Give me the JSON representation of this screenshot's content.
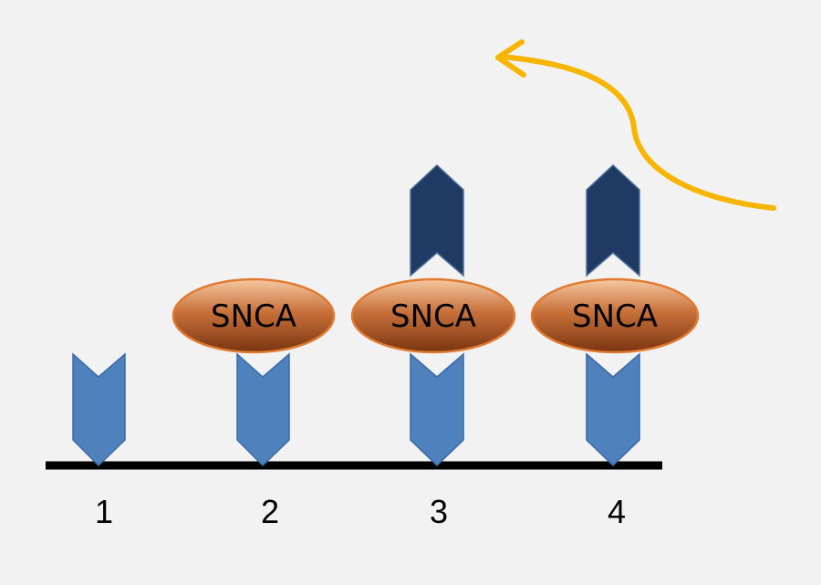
{
  "diagram": {
    "steps": [
      {
        "label": "1",
        "has_snca": false,
        "has_top_chevron": false
      },
      {
        "label": "2",
        "has_snca": true,
        "has_top_chevron": false
      },
      {
        "label": "3",
        "has_snca": true,
        "has_top_chevron": true
      },
      {
        "label": "4",
        "has_snca": true,
        "has_top_chevron": true
      }
    ],
    "snca_label": "SNCA",
    "colors": {
      "background": "#f2f2f2",
      "baseline": "#000000",
      "bottom_chevron": "#4f81bd",
      "top_chevron": "#1f3a63",
      "snca_fill_top": "#f0b080",
      "snca_fill_bottom": "#8a3c10",
      "snca_stroke": "#e07a30",
      "arrow": "#f7b500"
    }
  }
}
